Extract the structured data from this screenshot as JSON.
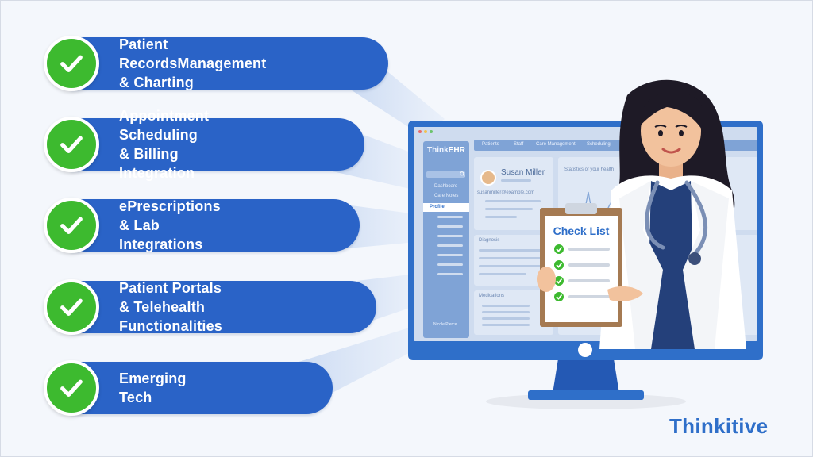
{
  "features": [
    {
      "line1": "Patient RecordsManagement",
      "line2": "& Charting"
    },
    {
      "line1": "Appointment Scheduling",
      "line2": "& Billing Integration"
    },
    {
      "line1": "ePrescriptions",
      "line2": "& Lab Integrations"
    },
    {
      "line1": "Patient Portals",
      "line2": "& Telehealth Functionalities"
    },
    {
      "line1": "Emerging Tech",
      "line2": ""
    }
  ],
  "screen": {
    "logo_prefix": "Think",
    "logo_suffix": "EHR",
    "nav": [
      "Patients",
      "Staff",
      "Care Management",
      "Scheduling"
    ],
    "sidebar": [
      "Dashboard",
      "Care Notes"
    ],
    "sidebar_active": "Profile",
    "sidebar_footer": "Nicole Pierce",
    "patient_name": "Susan Miller",
    "patient_email": "susanmiller@example.com",
    "stats_title": "Statistics of your health",
    "diagnosis_title": "Diagnosis",
    "medications_title": "Medications"
  },
  "checklist": {
    "title": "Check List"
  },
  "brand": {
    "name": "Thinkitive"
  },
  "colors": {
    "pill_blue": "#2a63c7",
    "check_green": "#3dba2f",
    "monitor_blue": "#2f6fc9",
    "coat_white": "#ffffff",
    "hair": "#1e1a26"
  },
  "icons": [
    "check-icon",
    "search-icon",
    "stethoscope-icon",
    "clipboard-icon"
  ]
}
